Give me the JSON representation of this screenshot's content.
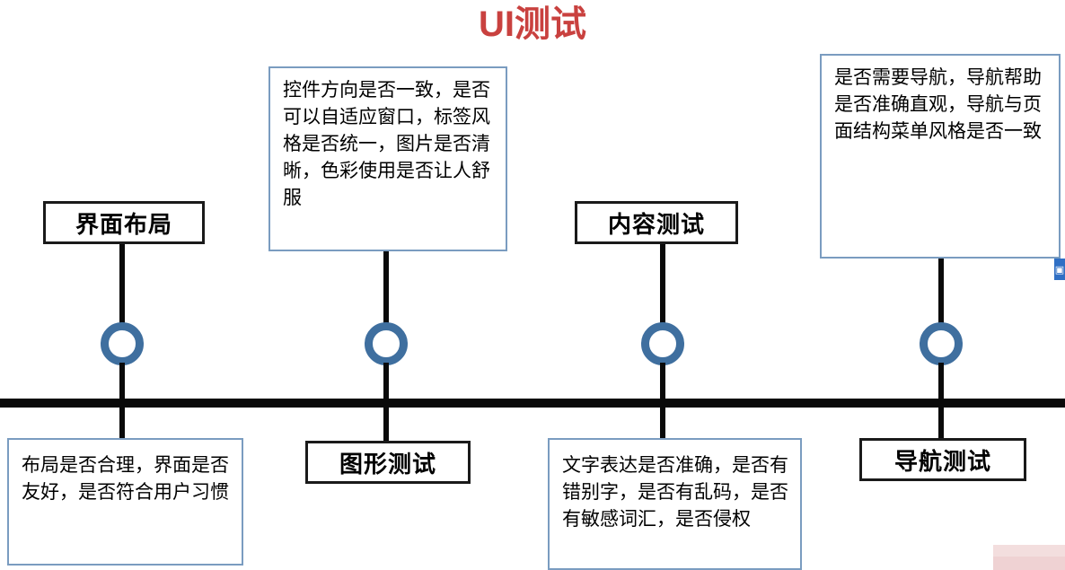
{
  "page": {
    "title": "UI测试",
    "title_color": "#c9413f",
    "background": "#ffffff"
  },
  "timeline": {
    "axis_color": "#0a0a0a",
    "node_color": "#3f6f9f",
    "node_count": 4
  },
  "milestones": [
    {
      "label": "界面布局",
      "description": "布局是否合理，界面是否友好，是否符合用户习惯",
      "label_position": "top",
      "description_position": "bottom"
    },
    {
      "label": "图形测试",
      "description": "控件方向是否一致，是否可以自适应窗口，标签风格是否统一，图片是否清晰，色彩使用是否让人舒服",
      "label_position": "bottom",
      "description_position": "top"
    },
    {
      "label": "内容测试",
      "description": "文字表达是否准确，是否有错别字，是否有乱码，是否有敏感词汇，是否侵权",
      "label_position": "top",
      "description_position": "bottom"
    },
    {
      "label": "导航测试",
      "description": "是否需要导航，导航帮助是否准确直观，导航与页面结构菜单风格是否一致",
      "label_position": "bottom",
      "description_position": "top"
    }
  ],
  "edge_artifacts": {
    "right_widget_glyph": "▣",
    "right_widget_color": "#2f6fc4",
    "bottom_block_color": "#f3dede"
  }
}
